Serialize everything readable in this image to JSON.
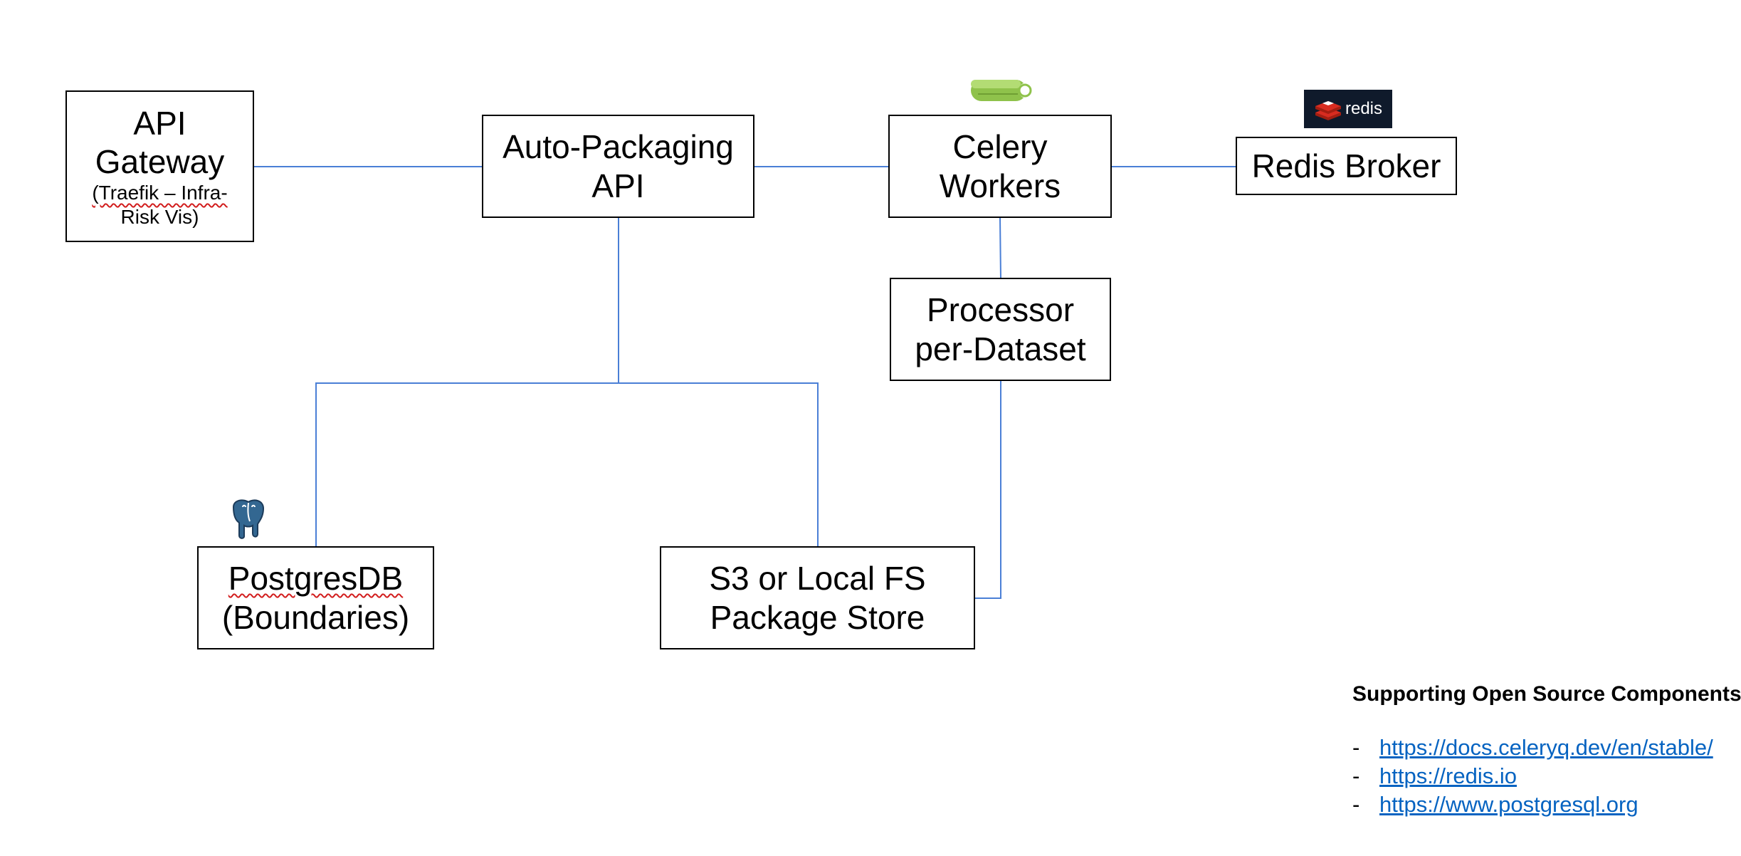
{
  "nodes": {
    "api_gateway": {
      "title_line1": "API",
      "title_line2": "Gateway",
      "note_line1": "(Traefik – Infra-",
      "note_line2": "Risk Vis)"
    },
    "auto_packaging": {
      "line1": "Auto-Packaging",
      "line2": "API"
    },
    "celery_workers": {
      "line1": "Celery",
      "line2": "Workers"
    },
    "redis_broker": {
      "line1": "Redis Broker"
    },
    "processor": {
      "line1": "Processor",
      "line2": "per-Dataset"
    },
    "postgres": {
      "line1": "PostgresDB",
      "line2": "(Boundaries)"
    },
    "package_store": {
      "line1": "S3 or Local FS",
      "line2": "Package Store"
    }
  },
  "logos": {
    "redis": {
      "icon": "redis-logo",
      "wordmark": "redis"
    },
    "celery": {
      "icon": "celery-logo"
    },
    "postgres": {
      "icon": "postgresql-elephant-logo"
    }
  },
  "edge_color": "#4a7fd6",
  "link_color": "#0563c1",
  "notes": {
    "title": "Supporting Open Source Components:",
    "bullet": "-",
    "links": [
      "https://docs.celeryq.dev/en/stable/",
      "https://redis.io",
      "https://www.postgresql.org"
    ]
  }
}
